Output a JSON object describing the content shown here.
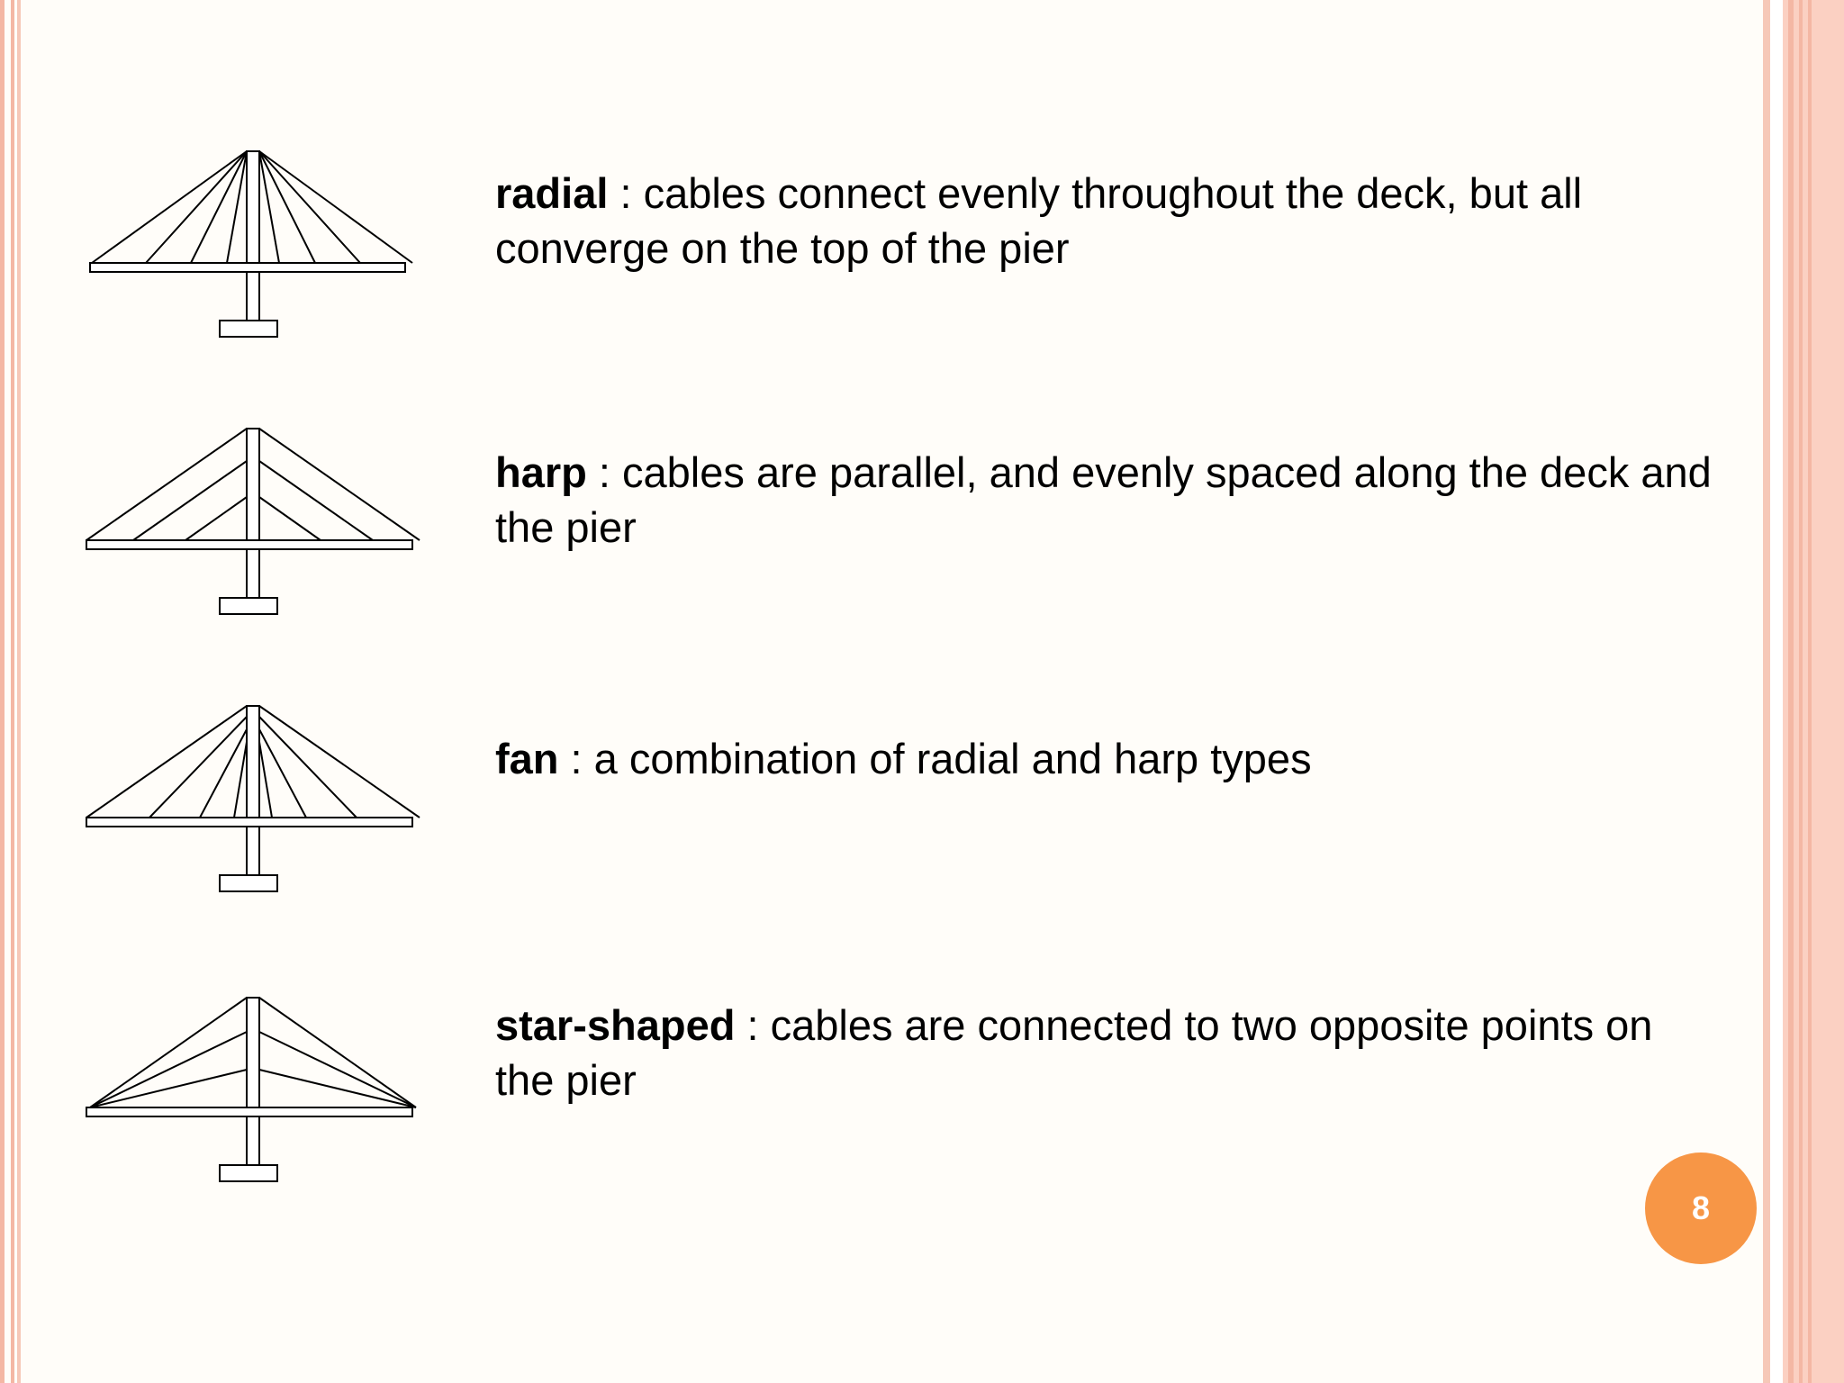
{
  "items": [
    {
      "term": "radial",
      "text": " : cables connect evenly throughout the deck, but all converge on the top of the pier"
    },
    {
      "term": "harp",
      "text": " : cables are parallel, and evenly spaced along the deck and the pier"
    },
    {
      "term": "fan",
      "text": " : a combination of radial and harp types"
    },
    {
      "term": "star-shaped",
      "text": " : cables are connected to two opposite points on the pier"
    }
  ],
  "diagram_icons": [
    "radial-bridge-icon",
    "harp-bridge-icon",
    "fan-bridge-icon",
    "star-bridge-icon"
  ],
  "slide_number": "8",
  "colors": {
    "accent": "#f79646",
    "border": "#f4b7a4",
    "background": "#fffdf9"
  }
}
